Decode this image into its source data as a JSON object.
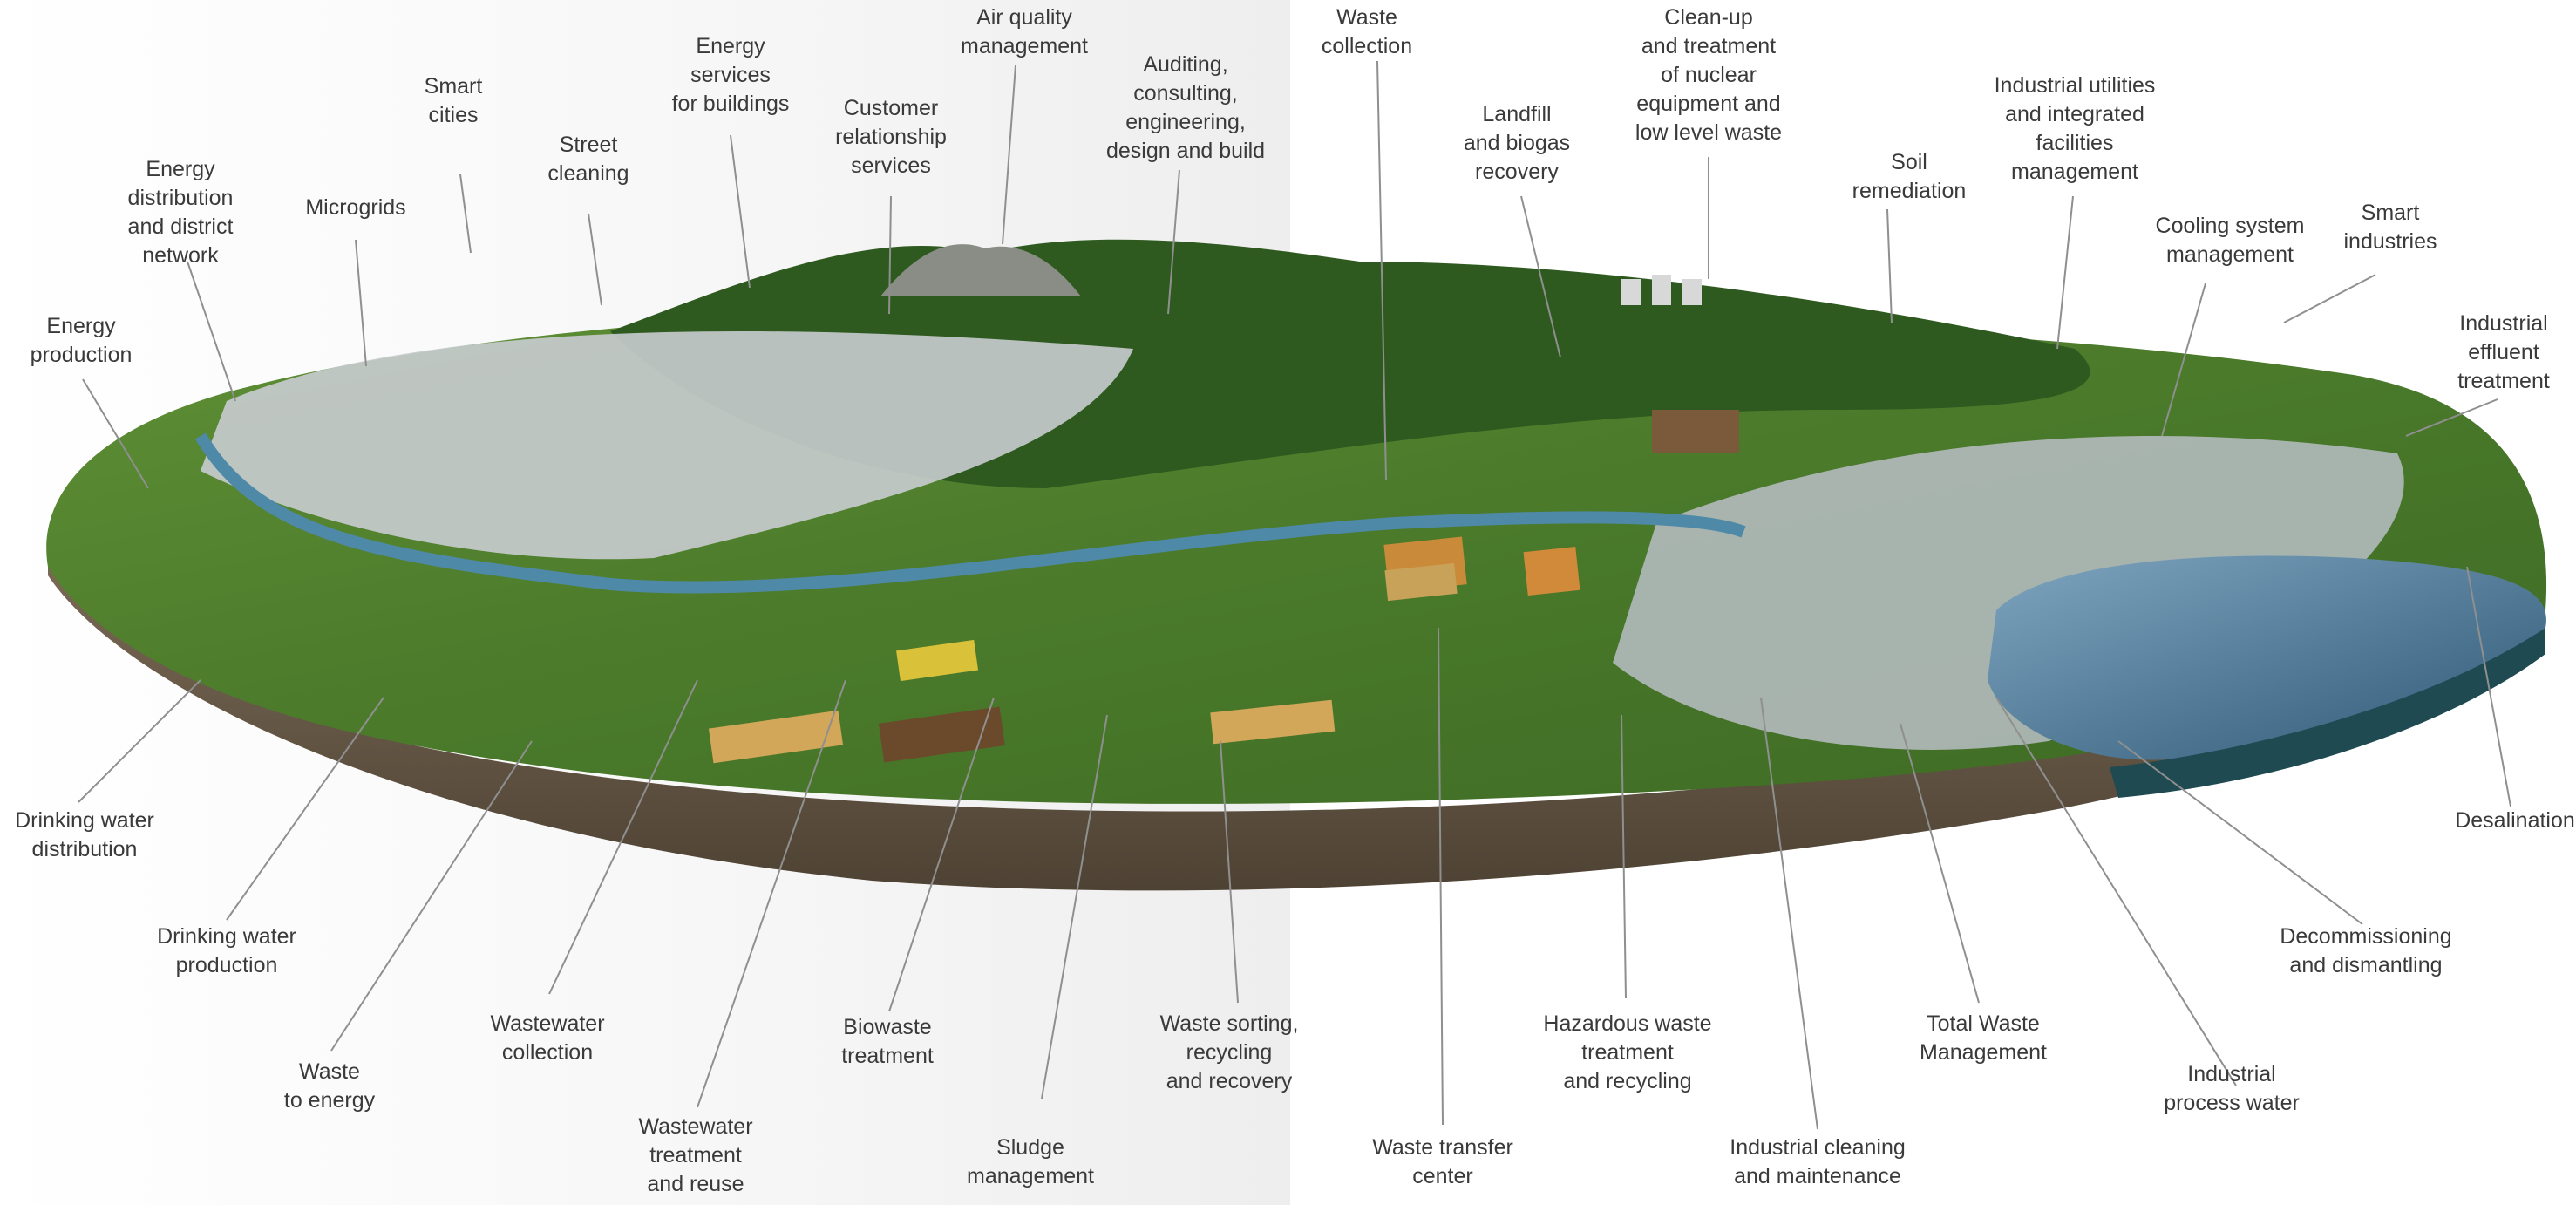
{
  "labels": {
    "smart_cities": "Smart\ncities",
    "energy_distribution": "Energy\ndistribution\nand district\nnetwork",
    "microgrids": "Microgrids",
    "energy_production": "Energy\nproduction",
    "street_cleaning": "Street\ncleaning",
    "energy_services": "Energy\nservices\nfor buildings",
    "customer_relationship": "Customer\nrelationship\nservices",
    "air_quality": "Air quality\nmanagement",
    "auditing": "Auditing,\nconsulting,\nengineering,\ndesign and build",
    "waste_collection": "Waste\ncollection",
    "landfill": "Landfill\nand biogas\nrecovery",
    "nuclear": "Clean-up\nand treatment\nof nuclear\nequipment and\nlow level waste",
    "soil": "Soil\nremediation",
    "industrial_utilities": "Industrial utilities\nand integrated\nfacilities\nmanagement",
    "cooling": "Cooling system\nmanagement",
    "smart_industries": "Smart\nindustries",
    "industrial_effluent": "Industrial\neffluent\ntreatment",
    "drinking_distribution": "Drinking water\ndistribution",
    "drinking_production": "Drinking water\nproduction",
    "waste_to_energy": "Waste\nto energy",
    "wastewater_collection": "Wastewater\ncollection",
    "wastewater_treatment": "Wastewater\ntreatment\nand reuse",
    "biowaste": "Biowaste\ntreatment",
    "sludge": "Sludge\nmanagement",
    "waste_sorting": "Waste sorting,\nrecycling\nand recovery",
    "waste_transfer": "Waste transfer\ncenter",
    "hazardous": "Hazardous waste\ntreatment\nand recycling",
    "industrial_cleaning": "Industrial cleaning\nand maintenance",
    "total_waste": "Total Waste\nManagement",
    "industrial_process_water": "Industrial\nprocess water",
    "decommissioning": "Decommissioning\nand dismantling",
    "desalination": "Desalination"
  },
  "colors": {
    "text": "#3a3a3a",
    "leader": "#8f8f8f",
    "grass": "#4f7d2e",
    "forest": "#2f5a1f",
    "soil": "#6b5a45",
    "water": "#3f6e90",
    "urban": "#c9ccd0",
    "industry": "#b8bec4"
  }
}
